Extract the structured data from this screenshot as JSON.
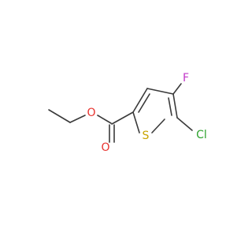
{
  "structure": {
    "atoms": [
      {
        "id": "O_ester",
        "label": "O",
        "color": "#e8322e"
      },
      {
        "id": "O_carbonyl",
        "label": "O",
        "color": "#e8322e"
      },
      {
        "id": "S_ring",
        "label": "S",
        "color": "#c9a400"
      },
      {
        "id": "F_sub",
        "label": "F",
        "color": "#c238c8"
      },
      {
        "id": "Cl_sub",
        "label": "Cl",
        "color": "#2ea32e"
      }
    ],
    "bond_color": "#3a3a3a"
  }
}
